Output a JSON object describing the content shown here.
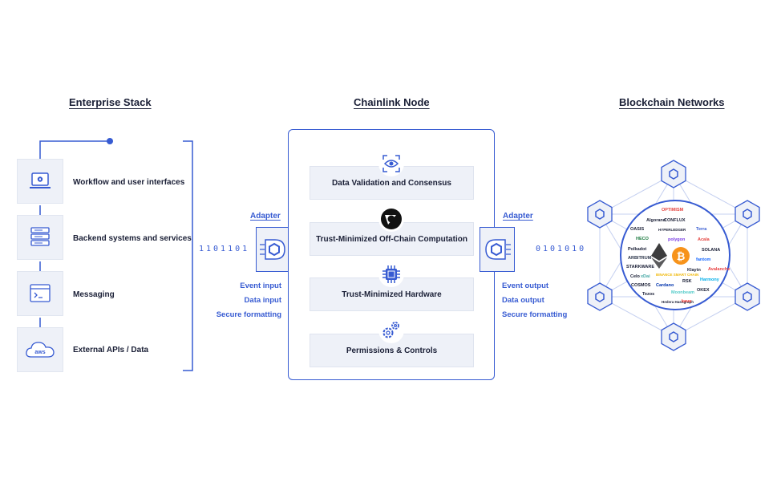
{
  "enterprise": {
    "title": "Enterprise Stack",
    "items": [
      {
        "label": "Workflow and user interfaces",
        "icon": "laptop-gear-icon"
      },
      {
        "label": "Backend systems and services",
        "icon": "server-icon"
      },
      {
        "label": "Messaging",
        "icon": "terminal-window-icon"
      },
      {
        "label": "External APIs / Data",
        "icon": "aws-cloud-icon",
        "icon_text": "aws"
      }
    ]
  },
  "node": {
    "title": "Chainlink Node",
    "rows": [
      {
        "label": "Data Validation and Consensus",
        "icon": "eye-scan-icon"
      },
      {
        "label": "Trust-Minimized Off-Chain Computation",
        "icon": "chainlink-ring-icon"
      },
      {
        "label": "Trust-Minimized Hardware",
        "icon": "chip-icon"
      },
      {
        "label": "Permissions & Controls",
        "icon": "gears-icon"
      }
    ]
  },
  "adapter_in": {
    "label": "Adapter",
    "binary": "1101101",
    "items": [
      "Event input",
      "Data input",
      "Secure formatting"
    ]
  },
  "adapter_out": {
    "label": "Adapter",
    "binary": "0101010",
    "items": [
      "Event output",
      "Data output",
      "Secure formatting"
    ]
  },
  "blockchain": {
    "title": "Blockchain Networks",
    "logos": [
      "OPTIMISM",
      "Algorand",
      "CONFLUX",
      "Terra",
      "OASIS",
      "HECO",
      "polygon",
      "Acala",
      "Polkadot",
      "SOLANA",
      "ARBITRUM",
      "fantom",
      "STARKWARE",
      "Klaytn",
      "Avalanche",
      "Celo",
      "xDai",
      "BINANCE SMART CHAIN",
      "Harmony",
      "COSMOS",
      "Cardano",
      "RSK",
      "OKEX",
      "Moonbeam",
      "Hedera Hashgraph",
      "kava",
      "Tezos",
      "HYPERLEDGER"
    ],
    "center_logos": [
      "Ethereum",
      "Bitcoin"
    ]
  },
  "colors": {
    "accent": "#375bd2",
    "panel": "#eef1f8",
    "text": "#1a1f36"
  }
}
